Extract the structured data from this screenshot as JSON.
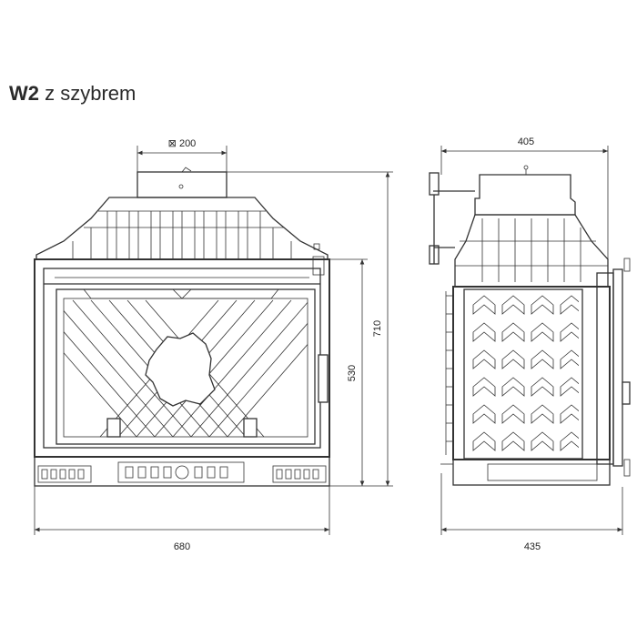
{
  "title": {
    "bold": "W2",
    "rest": "z szybrem"
  },
  "dimensions": {
    "flue_diameter": "⊠ 200",
    "front_width": "680",
    "front_height_total": "710",
    "front_height_body": "530",
    "side_depth_top": "405",
    "side_depth_bottom": "435"
  }
}
